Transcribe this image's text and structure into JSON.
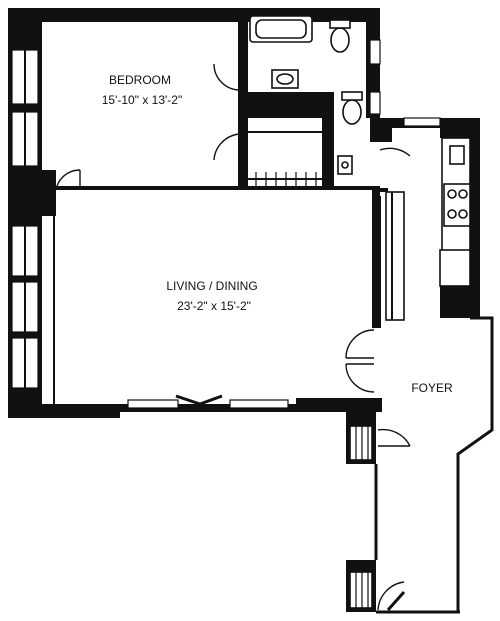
{
  "rooms": {
    "bedroom": {
      "name": "BEDROOM",
      "dimensions": "15'-10\" x 13'-2\""
    },
    "living_dining": {
      "name": "LIVING / DINING",
      "dimensions": "23'-2\" x 15'-2\""
    },
    "foyer": {
      "name": "FOYER"
    }
  }
}
